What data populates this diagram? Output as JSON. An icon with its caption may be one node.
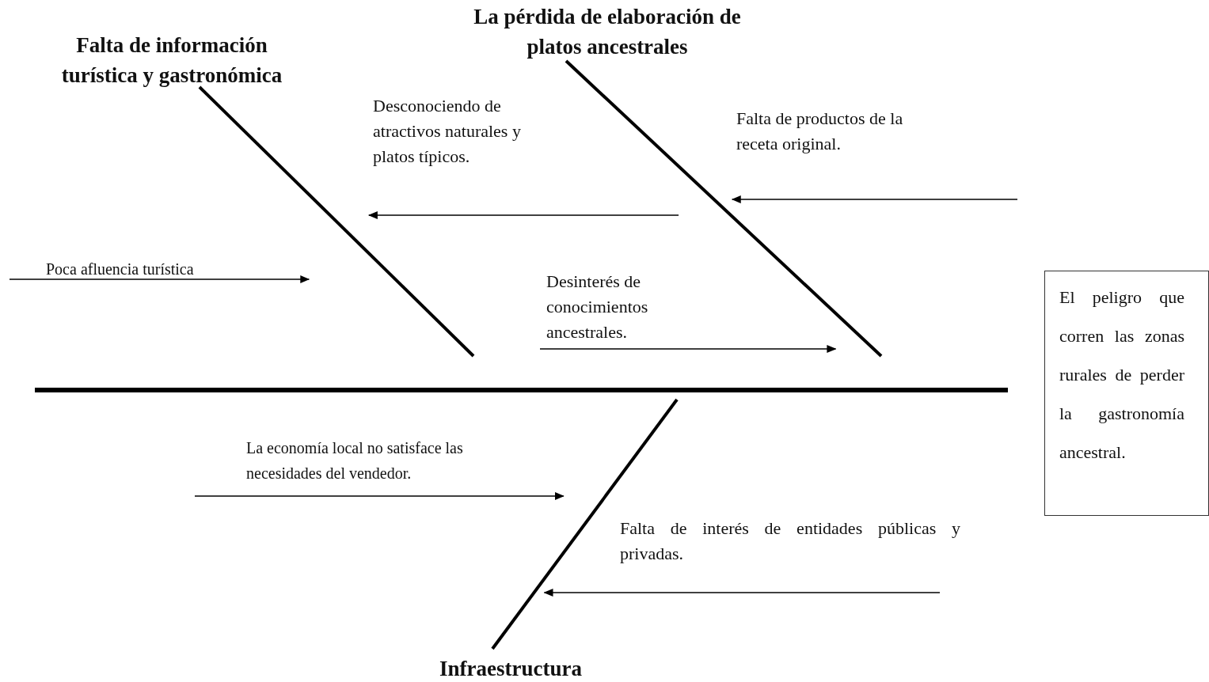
{
  "diagram": {
    "nodes": [
      {
        "text": [
          "Falta de información turística y gastronómica"
        ]
      },
      {
        "text": [
          "La pérdida de elaboración de platos ancestrales"
        ]
      },
      {
        "text": [],
        "shape": "bar"
      },
      {
        "text": [
          "El peligro que corren las zonas rurales de perder la gastronomía ancestral."
        ]
      },
      {
        "text": [
          "Infraestructura"
        ]
      }
    ],
    "edges": [
      {
        "from": null,
        "to": 1,
        "arrow": "to",
        "label": "Falta de productos de la receta original."
      },
      {
        "from": 1,
        "to": 0,
        "arrow": "to",
        "label": "Desconociendo de atractivos naturales y platos típicos."
      },
      {
        "from": null,
        "to": 0,
        "arrow": "to",
        "label": "Poca afluencia turística"
      },
      {
        "from": null,
        "to": 1,
        "arrow": "to",
        "label": "Desinterés de conocimientos ancestrales."
      },
      {
        "from": null,
        "to": 4,
        "arrow": "to",
        "label": "La economía local no satisface las necesidades del vendedor."
      },
      {
        "from": null,
        "to": 4,
        "arrow": "to",
        "label": "Falta de interés de entidades públicas y privadas."
      }
    ]
  }
}
